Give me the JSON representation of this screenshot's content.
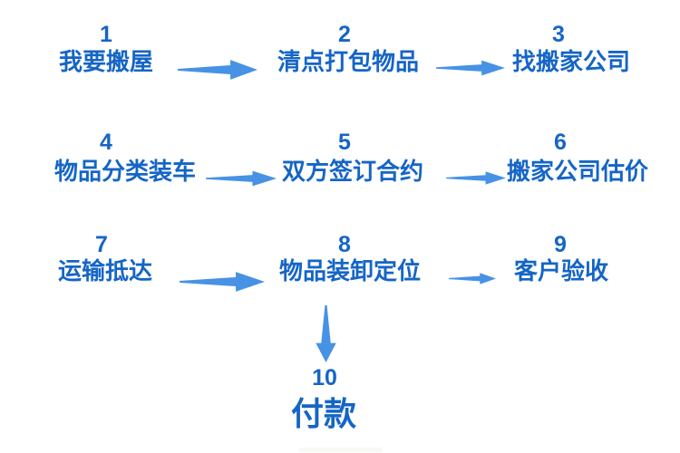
{
  "colors": {
    "step_text": "#1565C6",
    "arrow": "#4792E4",
    "background": "#ffffff"
  },
  "diagram": {
    "type": "flowchart",
    "steps": [
      {
        "num": "1",
        "label": "我要搬屋"
      },
      {
        "num": "2",
        "label": "清点打包物品"
      },
      {
        "num": "3",
        "label": "找搬家公司"
      },
      {
        "num": "4",
        "label": "物品分类装车"
      },
      {
        "num": "5",
        "label": "双方签订合约"
      },
      {
        "num": "6",
        "label": "搬家公司估价"
      },
      {
        "num": "7",
        "label": "运输抵达"
      },
      {
        "num": "8",
        "label": "物品装卸定位"
      },
      {
        "num": "9",
        "label": "客户验收"
      },
      {
        "num": "10",
        "label": "付款"
      }
    ],
    "connections": [
      {
        "from": "1",
        "to": "2",
        "direction": "right"
      },
      {
        "from": "2",
        "to": "3",
        "direction": "right"
      },
      {
        "from": "4",
        "to": "5",
        "direction": "right"
      },
      {
        "from": "5",
        "to": "6",
        "direction": "right"
      },
      {
        "from": "7",
        "to": "8",
        "direction": "right"
      },
      {
        "from": "8",
        "to": "9",
        "direction": "right"
      },
      {
        "from": "8",
        "to": "10",
        "direction": "down"
      }
    ],
    "icons": {
      "arrow_right": "→",
      "arrow_down": "↓"
    }
  }
}
